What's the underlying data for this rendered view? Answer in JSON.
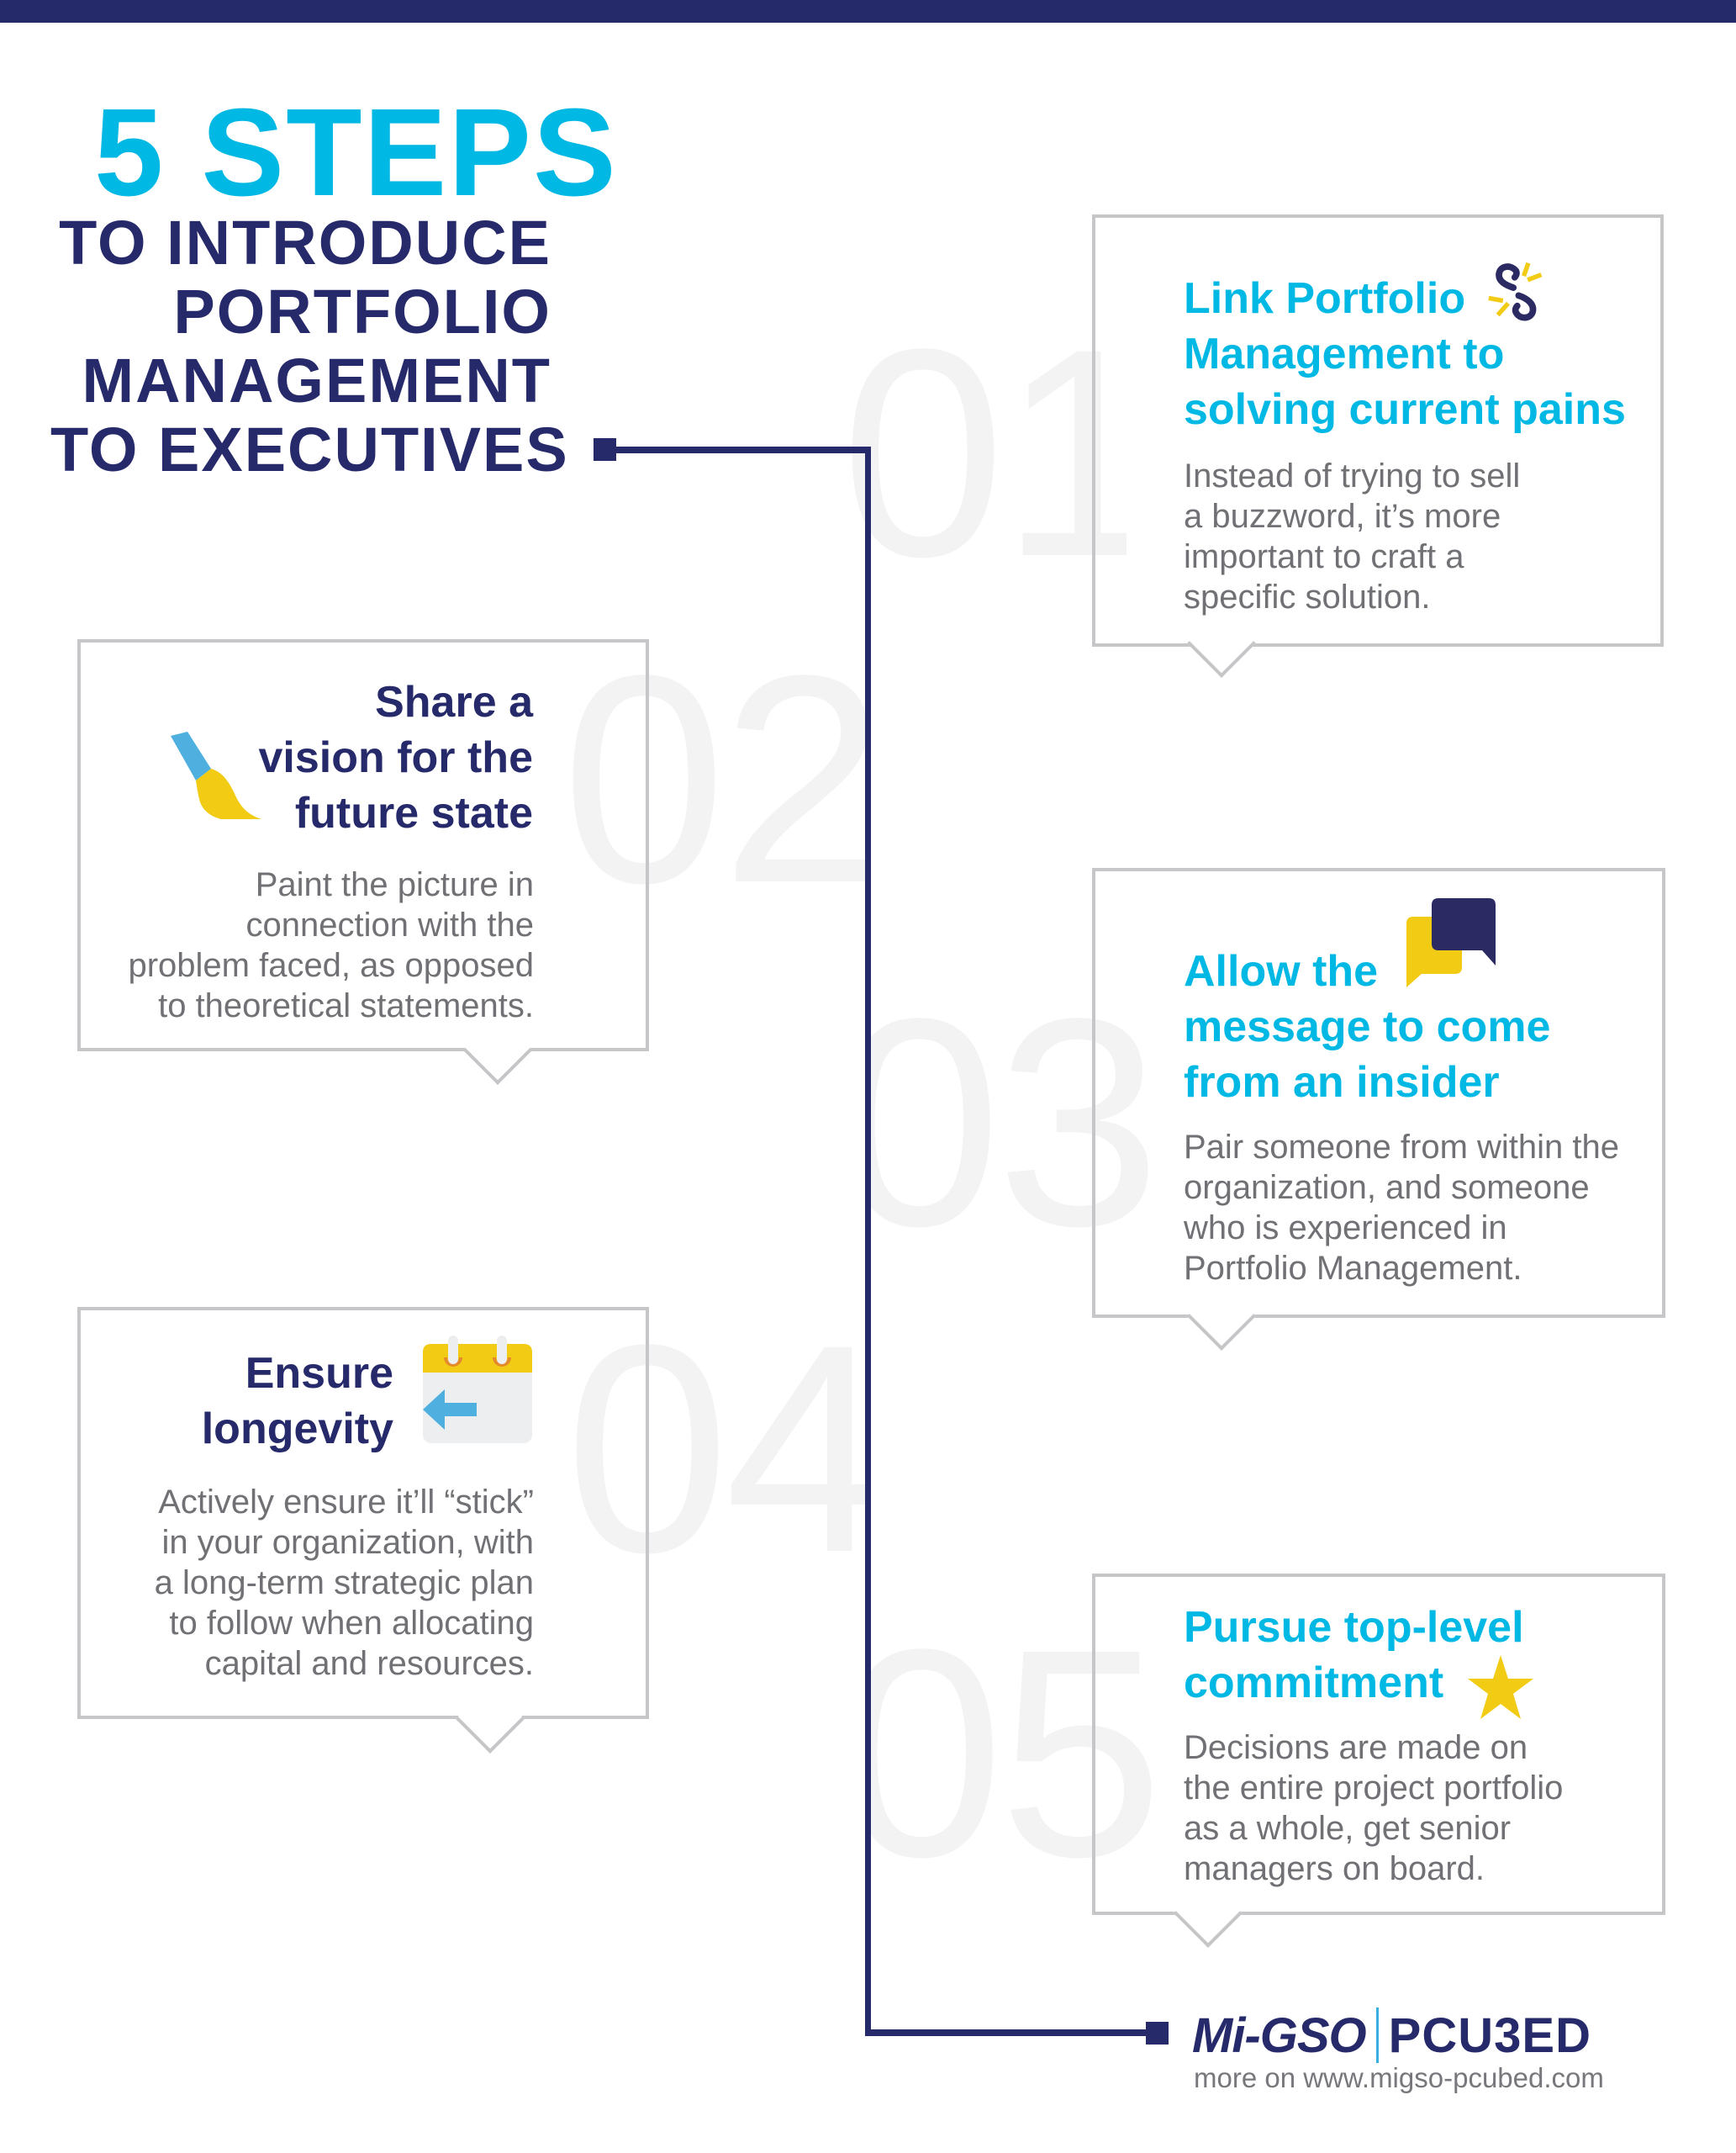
{
  "header": {
    "title_main": "5 STEPS",
    "title_sub_lines": [
      "TO INTRODUCE",
      "PORTFOLIO",
      "MANAGEMENT",
      "TO EXECUTIVES"
    ]
  },
  "colors": {
    "navy": "#262a6a",
    "cyan": "#00b8e4",
    "yellow": "#f2cb14",
    "light_blue": "#4fb0e0",
    "gray_text": "#707075",
    "border_gray": "#c6c6c8",
    "big_number": "#f3f3f3"
  },
  "steps": [
    {
      "number": "01",
      "title_lines": [
        "Link Portfolio",
        "Management to",
        "solving current pains"
      ],
      "body_lines": [
        "Instead of trying to sell",
        "a buzzword, it’s more",
        "important to craft a",
        "specific solution."
      ],
      "icon": "broken-link-icon"
    },
    {
      "number": "02",
      "title_lines": [
        "Share a",
        "vision for the",
        "future state"
      ],
      "body_lines": [
        "Paint the picture in",
        "connection with the",
        "problem faced, as opposed",
        "to theoretical statements."
      ],
      "icon": "paintbrush-icon"
    },
    {
      "number": "03",
      "title_lines": [
        "Allow the",
        "message to come",
        "from an insider"
      ],
      "body_lines": [
        "Pair someone from within the",
        "organization, and someone",
        "who is experienced in",
        "Portfolio Management."
      ],
      "icon": "speech-bubbles-icon"
    },
    {
      "number": "04",
      "title_lines": [
        "Ensure",
        "longevity"
      ],
      "body_lines": [
        "Actively ensure it’ll “stick”",
        "in your organization, with",
        "a long-term strategic plan",
        "to follow when allocating",
        "capital and resources."
      ],
      "icon": "calendar-back-icon"
    },
    {
      "number": "05",
      "title_lines": [
        "Pursue top-level",
        "commitment"
      ],
      "body_lines": [
        "Decisions are made on",
        "the entire project portfolio",
        "as a whole, get senior",
        "managers on board."
      ],
      "icon": "star-icon"
    }
  ],
  "footer": {
    "logo_left": "Mi-GSO",
    "logo_right": "PCU3ED",
    "url_text": "more on www.migso-pcubed.com"
  }
}
